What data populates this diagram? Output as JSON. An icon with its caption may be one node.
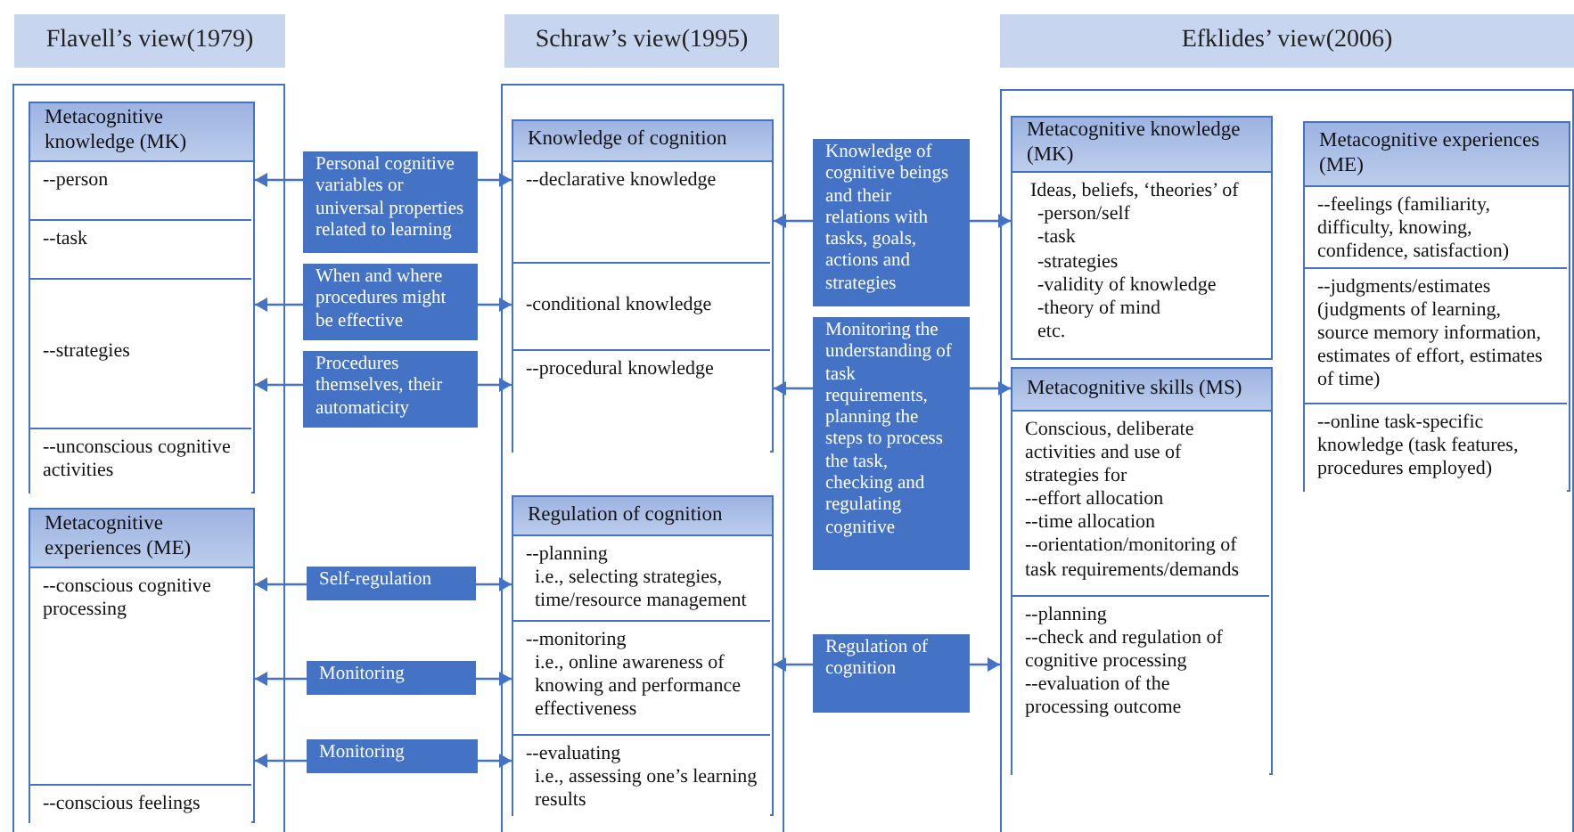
{
  "diagram": {
    "nodes": [
      {
        "text": [
          "Flavell’s view(1979)"
        ]
      },
      {
        "text": [
          "Metacognitive knowledge (MK)"
        ],
        "in": 0
      },
      {
        "text": [
          "--person"
        ],
        "in": 1
      },
      {
        "text": [
          "--task"
        ],
        "in": 1
      },
      {
        "text": [
          "--strategies"
        ],
        "in": 1
      },
      {
        "text": [
          "--unconscious cognitive activities"
        ],
        "in": 1
      },
      {
        "text": [
          "Metacognitive experiences (ME)"
        ],
        "in": 0
      },
      {
        "text": [
          "--conscious cognitive processing"
        ],
        "in": 6
      },
      {
        "text": [
          "--conscious feelings"
        ],
        "in": 6
      },
      {
        "text": [
          "Schraw’s view(1995)"
        ]
      },
      {
        "text": [
          "Knowledge of cognition"
        ],
        "in": 9
      },
      {
        "text": [
          "--declarative knowledge"
        ],
        "in": 10
      },
      {
        "text": [
          "-conditional knowledge"
        ],
        "in": 10
      },
      {
        "text": [
          "--procedural knowledge"
        ],
        "in": 10
      },
      {
        "text": [
          "Regulation of cognition"
        ],
        "in": 9
      },
      {
        "text": [
          "--planning",
          "i.e., selecting strategies, time/resource management"
        ],
        "in": 14
      },
      {
        "text": [
          "--monitoring",
          "i.e., online awareness of knowing and performance effectiveness"
        ],
        "in": 14
      },
      {
        "text": [
          "--evaluating",
          "i.e., assessing one’s learning results"
        ],
        "in": 14
      },
      {
        "text": [
          "Efklides’ view(2006)"
        ]
      },
      {
        "text": [
          "Metacognitive knowledge (MK)",
          "Ideas, beliefs, ‘theories’ of",
          "-person/self",
          "-task",
          "-strategies",
          "-validity of knowledge",
          "-theory of mind",
          "etc."
        ],
        "in": 18
      },
      {
        "text": [
          "Metacognitive skills (MS)"
        ],
        "in": 18
      },
      {
        "text": [
          "Conscious, deliberate activities and use of strategies for",
          "--effort allocation",
          "--time allocation",
          "--orientation/monitoring of task requirements/demands"
        ],
        "in": 20
      },
      {
        "text": [
          "--planning",
          "--check and regulation of cognitive processing",
          "--evaluation of the processing outcome"
        ],
        "in": 20
      },
      {
        "text": [
          "Metacognitive experiences (ME)"
        ],
        "in": 18
      },
      {
        "text": [
          "--feelings (familiarity, difficulty, knowing, confidence, satisfaction)"
        ],
        "in": 23
      },
      {
        "text": [
          "--judgments/estimates (judgments of learning, source memory information, estimates of effort, estimates of time)"
        ],
        "in": 23
      },
      {
        "text": [
          "--online task-specific knowledge (task features, procedures employed)"
        ],
        "in": 23
      },
      {
        "text": [
          "Personal cognitive variables or universal properties related to learning"
        ]
      },
      {
        "text": [
          "When and where procedures might be effective"
        ]
      },
      {
        "text": [
          "Procedures themselves, their automaticity"
        ]
      },
      {
        "text": [
          "Self-regulation"
        ]
      },
      {
        "text": [
          "Monitoring"
        ]
      },
      {
        "text": [
          "Monitoring"
        ]
      },
      {
        "text": [
          "Knowledge of cognitive beings and their relations with tasks, goals, actions and strategies"
        ]
      },
      {
        "text": [
          "Monitoring the understanding of task requirements, planning the steps to process the task, checking and regulating cognitive"
        ]
      },
      {
        "text": [
          "Regulation of cognition"
        ]
      }
    ],
    "edges": [
      {
        "from": 27,
        "to": 2,
        "arrow": "to"
      },
      {
        "from": 27,
        "to": 11,
        "arrow": "to"
      },
      {
        "from": 28,
        "to": 4,
        "arrow": "to"
      },
      {
        "from": 28,
        "to": 12,
        "arrow": "to"
      },
      {
        "from": 29,
        "to": 4,
        "arrow": "to"
      },
      {
        "from": 29,
        "to": 13,
        "arrow": "to"
      },
      {
        "from": 30,
        "to": 7,
        "arrow": "to"
      },
      {
        "from": 30,
        "to": 15,
        "arrow": "to"
      },
      {
        "from": 31,
        "to": 7,
        "arrow": "to"
      },
      {
        "from": 31,
        "to": 16,
        "arrow": "to"
      },
      {
        "from": 32,
        "to": 7,
        "arrow": "to"
      },
      {
        "from": 32,
        "to": 17,
        "arrow": "to"
      },
      {
        "from": 33,
        "to": 11,
        "arrow": "to"
      },
      {
        "from": 33,
        "to": 19,
        "arrow": "to"
      },
      {
        "from": 34,
        "to": 13,
        "arrow": "to"
      },
      {
        "from": 34,
        "to": 20,
        "arrow": "to"
      },
      {
        "from": 35,
        "to": 16,
        "arrow": "to"
      },
      {
        "from": 35,
        "to": 18,
        "arrow": "to"
      }
    ]
  }
}
